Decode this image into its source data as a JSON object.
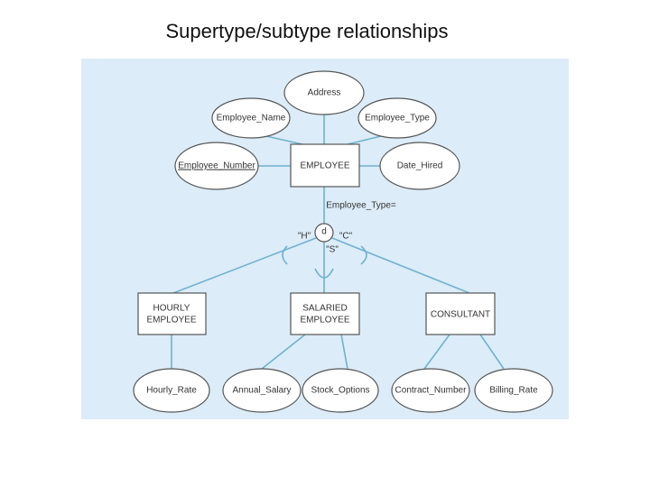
{
  "title": "Supertype/subtype relationships",
  "supertype": {
    "name": "EMPLOYEE",
    "attributes": {
      "address": "Address",
      "name": "Employee_Name",
      "type": "Employee_Type",
      "number": "Employee_Number",
      "date_hired": "Date_Hired"
    },
    "discriminator": "Employee_Type=",
    "disjoint_symbol": "d",
    "values": {
      "hourly": "\"H\"",
      "consultant": "\"C\"",
      "salaried": "\"S\""
    }
  },
  "subtypes": {
    "hourly": {
      "line1": "HOURLY",
      "line2": "EMPLOYEE",
      "attr1": "Hourly_Rate"
    },
    "salaried": {
      "line1": "SALARIED",
      "line2": "EMPLOYEE",
      "attr1": "Annual_Salary",
      "attr2": "Stock_Options"
    },
    "consultant": {
      "line1": "CONSULTANT",
      "attr1": "Contract_Number",
      "attr2": "Billing_Rate"
    }
  },
  "colors": {
    "panel": "#dcecf8",
    "line": "#6fb2cf"
  }
}
